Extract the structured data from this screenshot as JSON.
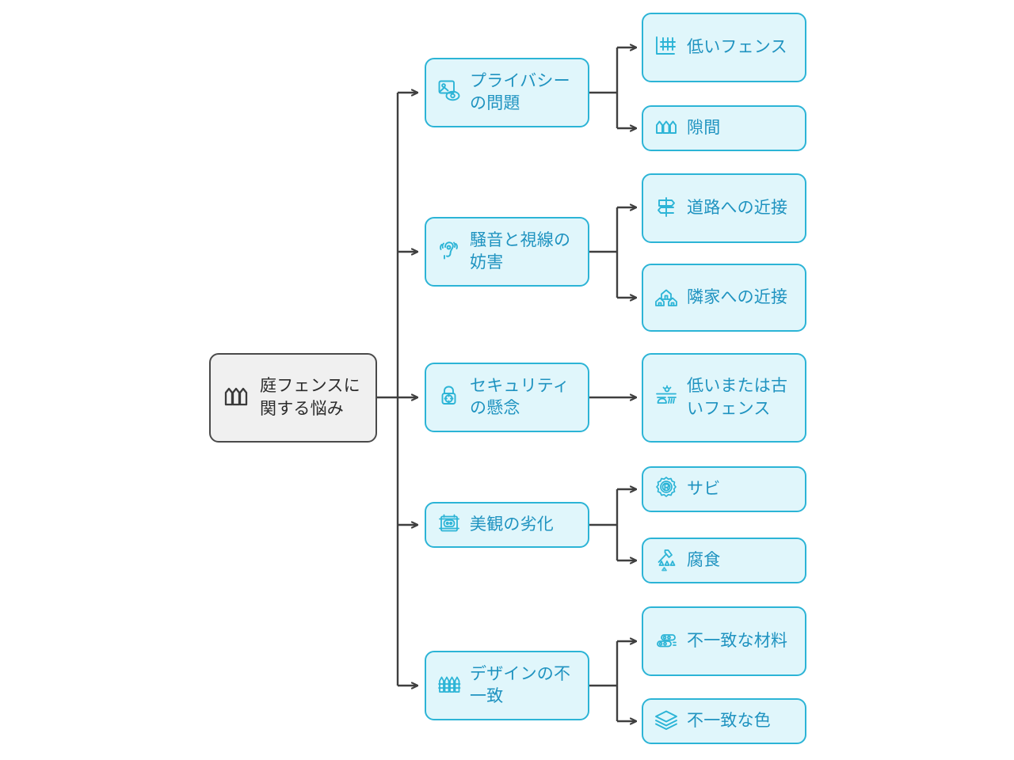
{
  "diagram": {
    "type": "mindmap-tree",
    "orientation": "left-to-right",
    "colors": {
      "root_fill": "#f0f0f0",
      "root_border": "#4a4a4a",
      "root_text": "#2b2b2b",
      "node_fill": "#e0f6fb",
      "node_border": "#2cb4d6",
      "node_text": "#1f93c0",
      "connector": "#3f3f3f",
      "background": "#ffffff"
    },
    "root": {
      "label": "庭フェンスに関する悩み",
      "icon": "fence-icon"
    },
    "branches": [
      {
        "label": "プライバシーの問題",
        "icon": "image-eye-icon",
        "children": [
          {
            "label": "低いフェンス",
            "icon": "low-fence-icon"
          },
          {
            "label": "隙間",
            "icon": "fence-gap-icon"
          }
        ]
      },
      {
        "label": "騒音と視線の妨害",
        "icon": "ear-sound-icon",
        "children": [
          {
            "label": "道路への近接",
            "icon": "road-sign-icon"
          },
          {
            "label": "隣家への近接",
            "icon": "neighbor-houses-icon"
          }
        ]
      },
      {
        "label": "セキュリティの懸念",
        "icon": "padlock-icon",
        "children": [
          {
            "label": "低いまたは古いフェンス",
            "icon": "old-fence-icon"
          }
        ]
      },
      {
        "label": "美観の劣化",
        "icon": "framed-picture-icon",
        "children": [
          {
            "label": "サビ",
            "icon": "rust-badge-icon"
          },
          {
            "label": "腐食",
            "icon": "corrosion-icon"
          }
        ]
      },
      {
        "label": "デザインの不一致",
        "icon": "picket-fence-icon",
        "children": [
          {
            "label": "不一致な材料",
            "icon": "materials-stack-icon"
          },
          {
            "label": "不一致な色",
            "icon": "layers-icon"
          }
        ]
      }
    ]
  }
}
